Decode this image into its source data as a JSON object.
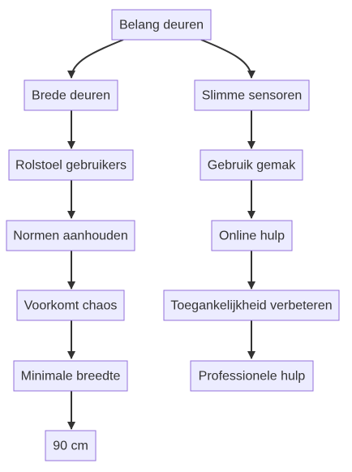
{
  "nodes": [
    {
      "id": "belang",
      "label": "Belang deuren"
    },
    {
      "id": "brede",
      "label": "Brede deuren"
    },
    {
      "id": "rolstoel",
      "label": "Rolstoel gebruikers"
    },
    {
      "id": "normen",
      "label": "Normen aanhouden"
    },
    {
      "id": "voorkomt",
      "label": "Voorkomt chaos"
    },
    {
      "id": "minimale",
      "label": "Minimale breedte"
    },
    {
      "id": "cm",
      "label": "90 cm"
    },
    {
      "id": "slimme",
      "label": "Slimme sensoren"
    },
    {
      "id": "gebruik",
      "label": "Gebruik gemak"
    },
    {
      "id": "online",
      "label": "Online hulp"
    },
    {
      "id": "toegankelijkheid",
      "label": "Toegankelijkheid verbeteren"
    },
    {
      "id": "professionele",
      "label": "Professionele hulp"
    }
  ],
  "edges": [
    {
      "from": "belang",
      "to": "brede"
    },
    {
      "from": "belang",
      "to": "slimme"
    },
    {
      "from": "brede",
      "to": "rolstoel"
    },
    {
      "from": "rolstoel",
      "to": "normen"
    },
    {
      "from": "normen",
      "to": "voorkomt"
    },
    {
      "from": "voorkomt",
      "to": "minimale"
    },
    {
      "from": "minimale",
      "to": "cm"
    },
    {
      "from": "slimme",
      "to": "gebruik"
    },
    {
      "from": "gebruik",
      "to": "online"
    },
    {
      "from": "online",
      "to": "toegankelijkheid"
    },
    {
      "from": "toegankelijkheid",
      "to": "professionele"
    }
  ],
  "colors": {
    "node_fill": "#ececff",
    "node_stroke": "#9370db",
    "edge": "#333333",
    "text": "#333333"
  }
}
